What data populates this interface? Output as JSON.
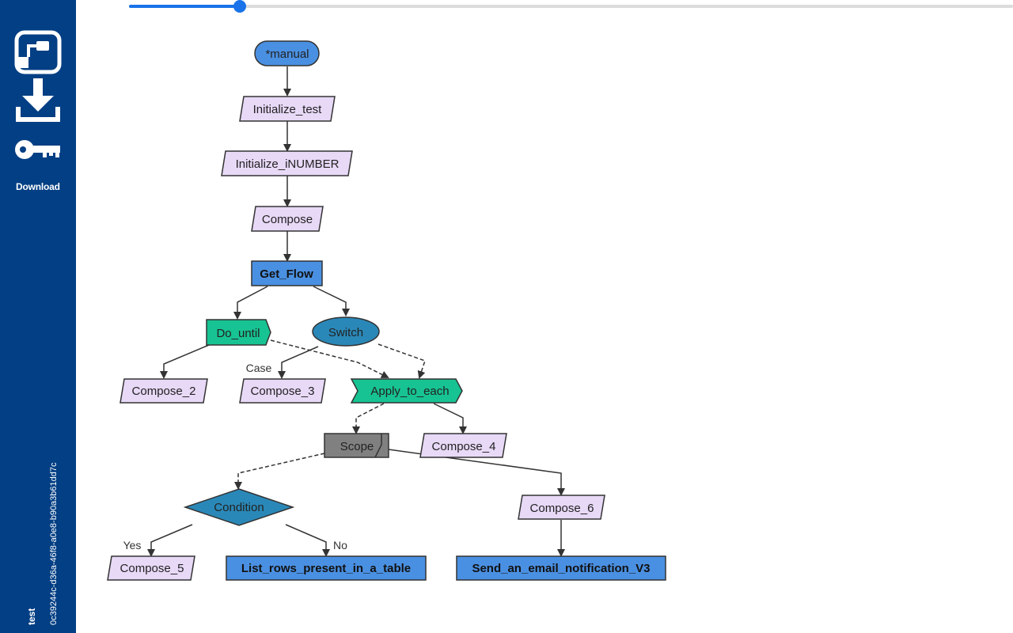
{
  "sidebar": {
    "download_label": "Download",
    "flow_name": "test",
    "flow_id": "0c39244c-d36a-46f8-a0e8-b90a3b61dd7c",
    "icons": [
      "flow-icon",
      "download-icon",
      "key-icon"
    ]
  },
  "zoom": {
    "level": 0.12
  },
  "colors": {
    "sidebar": "#033f84",
    "trigger": "#4a90e2",
    "action": "#e8d9f7",
    "api": "#4a90e2",
    "loop": "#17c392",
    "switch": "#2a88b8",
    "scope": "#808080"
  },
  "diagram": {
    "nodes": {
      "manual": "*manual",
      "init_test": "Initialize_test",
      "init_number": "Initialize_iNUMBER",
      "compose": "Compose",
      "get_flow": "Get_Flow",
      "do_until": "Do_until",
      "switch": "Switch",
      "compose_2": "Compose_2",
      "compose_3": "Compose_3",
      "apply_to_each": "Apply_to_each",
      "scope": "Scope",
      "compose_4": "Compose_4",
      "condition": "Condition",
      "compose_6": "Compose_6",
      "compose_5": "Compose_5",
      "list_rows": "List_rows_present_in_a_table",
      "send_email": "Send_an_email_notification_V3"
    },
    "edge_labels": {
      "case": "Case",
      "yes": "Yes",
      "no": "No"
    }
  }
}
